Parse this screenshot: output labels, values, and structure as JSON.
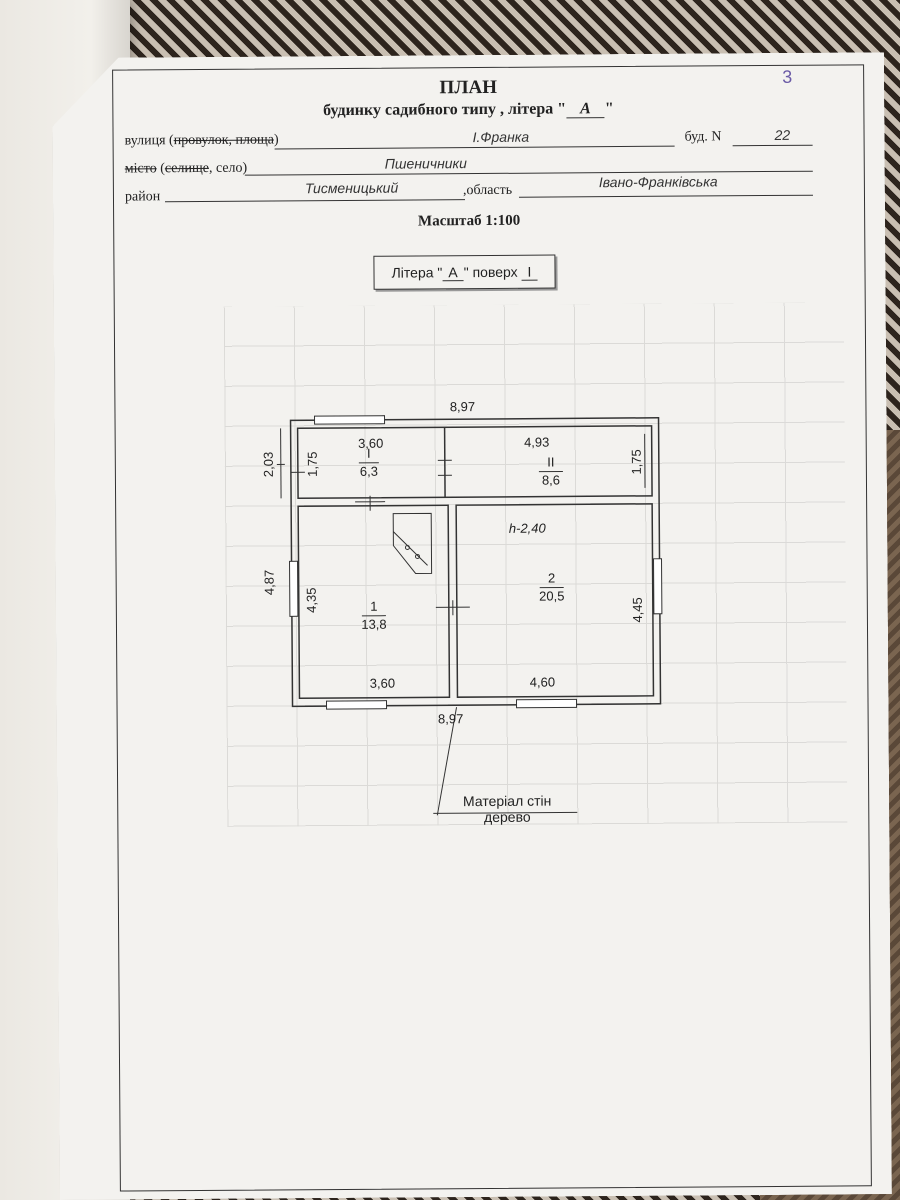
{
  "document": {
    "page_number": "3",
    "title": "ПЛАН",
    "subtitle_prefix": "будинку садибного типу , літера \"",
    "subtitle_letter": "А",
    "subtitle_suffix": "\""
  },
  "address": {
    "street_label_pre": "вулиця (",
    "street_label_strike": "провулок, площа",
    "street_label_post": ")",
    "street_value": "І.Франка",
    "building_label": "буд. N",
    "building_value": "22",
    "town_label_strike_1": "місто",
    "town_label_mid": " (",
    "town_label_strike_2": "селище",
    "town_label_post": ", село)",
    "town_value": "Пшеничники",
    "district_label": "район",
    "district_value": "Тисменицький",
    "region_label": ",область",
    "region_value": "Івано-Франківська"
  },
  "scale": "Масштаб 1:100",
  "litera_box": {
    "label": "Літера \"",
    "letter": "А",
    "floor_label": "\" поверх",
    "floor": "I"
  },
  "plan": {
    "dims": {
      "top_total": "8,97",
      "bottom_total": "8,97",
      "top_left": "3,60",
      "top_right": "4,93",
      "bottom_left": "3,60",
      "bottom_right": "4,60",
      "left_upper_outer": "2,03",
      "left_upper_inner": "1,75",
      "right_upper_inner": "1,75",
      "left_lower_outer": "4,87",
      "left_lower_inner": "4,35",
      "right_lower_inner": "4,45",
      "height": "h-2,40"
    },
    "rooms": [
      {
        "number": "I",
        "area": "6,3"
      },
      {
        "number": "II",
        "area": "8,6"
      },
      {
        "number": "1",
        "area": "13,8"
      },
      {
        "number": "2",
        "area": "20,5"
      }
    ]
  },
  "material": {
    "label": "Матеріал стін",
    "value": "дерево"
  }
}
